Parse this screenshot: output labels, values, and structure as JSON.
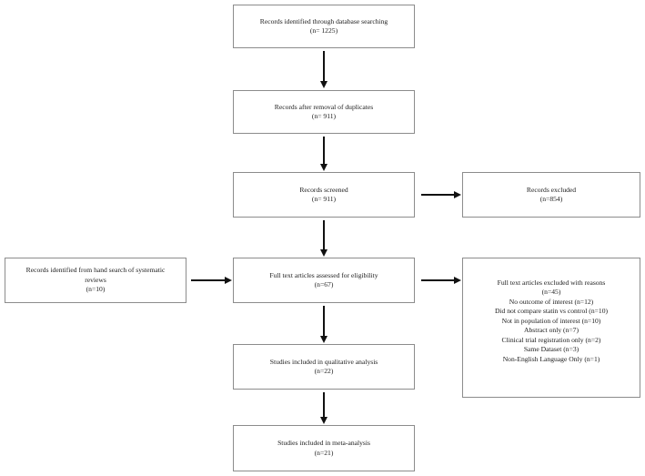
{
  "diagram": {
    "title": "PRISMA study selection flow diagram",
    "boxes": {
      "identified": {
        "line1": "Records identified through database searching",
        "line2": "(n= 1225)"
      },
      "duplicates": {
        "line1": "Records after removal of duplicates",
        "line2": "(n= 911)"
      },
      "screened": {
        "line1": "Records screened",
        "line2": "(n= 911)"
      },
      "excluded": {
        "line1": "Records excluded",
        "line2": "(n=854)"
      },
      "handsearch": {
        "line1": "Records identified from hand search of systematic",
        "line2": "reviews",
        "line3": "(n=10)"
      },
      "fulltext": {
        "line1": "Full text articles assessed for eligibility",
        "line2": "(n=67)"
      },
      "reasons": {
        "line1": "Full text articles excluded with reasons",
        "line2": "(n=45)",
        "line3": "No outcome of interest (n=12)",
        "line4": "Did not compare statin vs control (n=10)",
        "line5": "Not in population of interest (n=10)",
        "line6": "Abstract only (n=7)",
        "line7": "Clinical trial registration only (n=2)",
        "line8": "Same Dataset (n=3)",
        "line9": "Non-English Language Only (n=1)"
      },
      "qualitative": {
        "line1": "Studies included in qualitative analysis",
        "line2": "(n=22)"
      },
      "meta": {
        "line1": "Studies included in meta-analysis",
        "line2": "(n=21)"
      }
    },
    "colors": {
      "box_border": "#8c8c8c",
      "arrow": "#111111",
      "text": "#1a1a1a",
      "background": "#ffffff"
    }
  }
}
